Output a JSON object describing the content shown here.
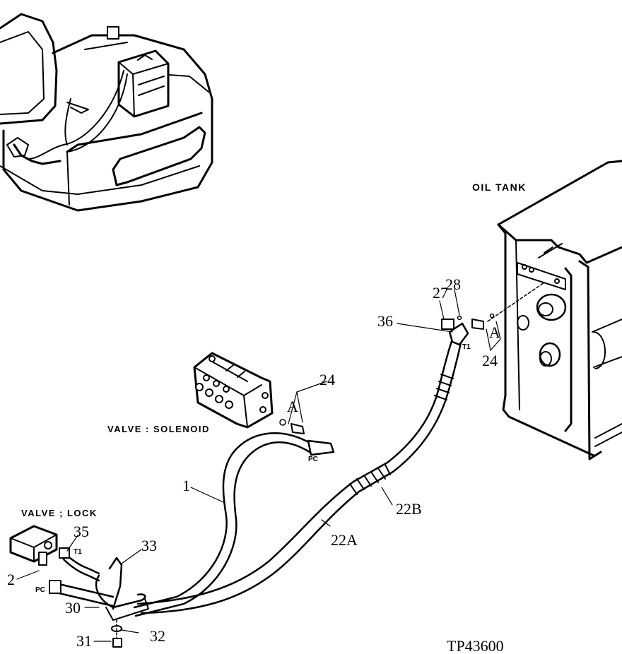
{
  "labels": {
    "oil_tank": "OIL TANK",
    "valve_solenoid": "VALVE : SOLENOID",
    "valve_lock": "VALVE ; LOCK",
    "drawing_no": "TP43600"
  },
  "ports": {
    "t1_tank": "T1",
    "pc_solenoid": "PC",
    "t1_lock": "T1",
    "pc_lock": "PC"
  },
  "callouts": {
    "c1": "1",
    "c2": "2",
    "c22a": "22A",
    "c22b": "22B",
    "c24_solenoid": "24",
    "c24_tank": "24",
    "c27": "27",
    "c28": "28",
    "c30": "30",
    "c31": "31",
    "c32": "32",
    "c33": "33",
    "c35": "35",
    "c36": "36",
    "a_solenoid": "A",
    "a_tank": "A"
  }
}
